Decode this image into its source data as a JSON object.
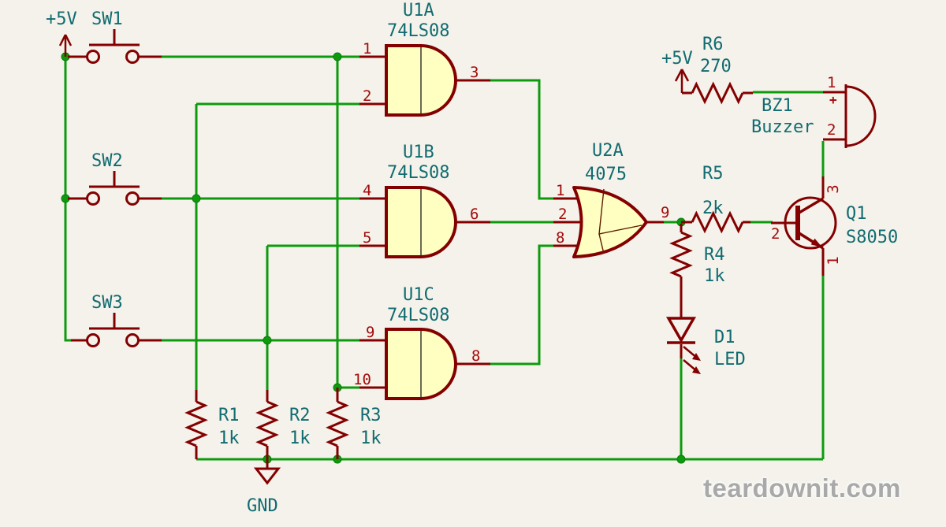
{
  "watermark": "teardownit.com",
  "power": {
    "plus5v_left": "+5V",
    "plus5v_right": "+5V",
    "gnd": "GND"
  },
  "switches": {
    "sw1": "SW1",
    "sw2": "SW2",
    "sw3": "SW3"
  },
  "gates": {
    "u1a": {
      "ref": "U1A",
      "part": "74LS08",
      "pin_in1": "1",
      "pin_in2": "2",
      "pin_out": "3"
    },
    "u1b": {
      "ref": "U1B",
      "part": "74LS08",
      "pin_in1": "4",
      "pin_in2": "5",
      "pin_out": "6"
    },
    "u1c": {
      "ref": "U1C",
      "part": "74LS08",
      "pin_in1": "9",
      "pin_in2": "10",
      "pin_out": "8"
    },
    "u2a": {
      "ref": "U2A",
      "part": "4075",
      "pin_in1": "1",
      "pin_in2": "2",
      "pin_in3": "8",
      "pin_out": "9"
    }
  },
  "resistors": {
    "r1": {
      "ref": "R1",
      "value": "1k"
    },
    "r2": {
      "ref": "R2",
      "value": "1k"
    },
    "r3": {
      "ref": "R3",
      "value": "1k"
    },
    "r4": {
      "ref": "R4",
      "value": "1k"
    },
    "r5": {
      "ref": "R5",
      "value": "2k"
    },
    "r6": {
      "ref": "R6",
      "value": "270"
    }
  },
  "led": {
    "ref": "D1",
    "value": "LED"
  },
  "transistor": {
    "ref": "Q1",
    "value": "S8050",
    "pin_base": "2",
    "pin_collector": "3",
    "pin_emitter": "1"
  },
  "buzzer": {
    "ref": "BZ1",
    "value": "Buzzer",
    "pin_plus": "1",
    "pin_minus": "2",
    "plus_sign": "+"
  },
  "colors": {
    "background": "#F4F2EB",
    "wire": "#0D9B0D",
    "component_outline": "#840000",
    "pin_number": "#A40A0A",
    "label_text": "#116B70",
    "gate_fill": "#FFFFC2",
    "watermark": "#A9A9A9"
  }
}
